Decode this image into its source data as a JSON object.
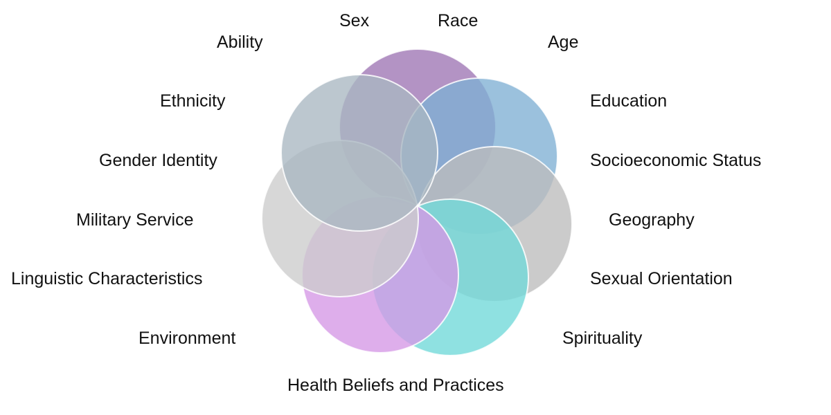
{
  "labels": {
    "sex": "Sex",
    "race": "Race",
    "ability": "Ability",
    "age": "Age",
    "ethnicity": "Ethnicity",
    "education": "Education",
    "gender_identity": "Gender Identity",
    "socioeconomic_status": "Socioeconomic Status",
    "military_service": "Military Service",
    "geography": "Geography",
    "linguistic": "Linguistic Characteristics",
    "sexual_orientation": "Sexual Orientation",
    "environment": "Environment",
    "spirituality": "Spirituality",
    "health_beliefs": "Health Beliefs and Practices"
  },
  "circle_colors": [
    "#9d74b3",
    "#7fb0d4",
    "#bcbcbc",
    "#6fd8d8",
    "#d597e6",
    "#cccccc",
    "#a9b7c1"
  ]
}
